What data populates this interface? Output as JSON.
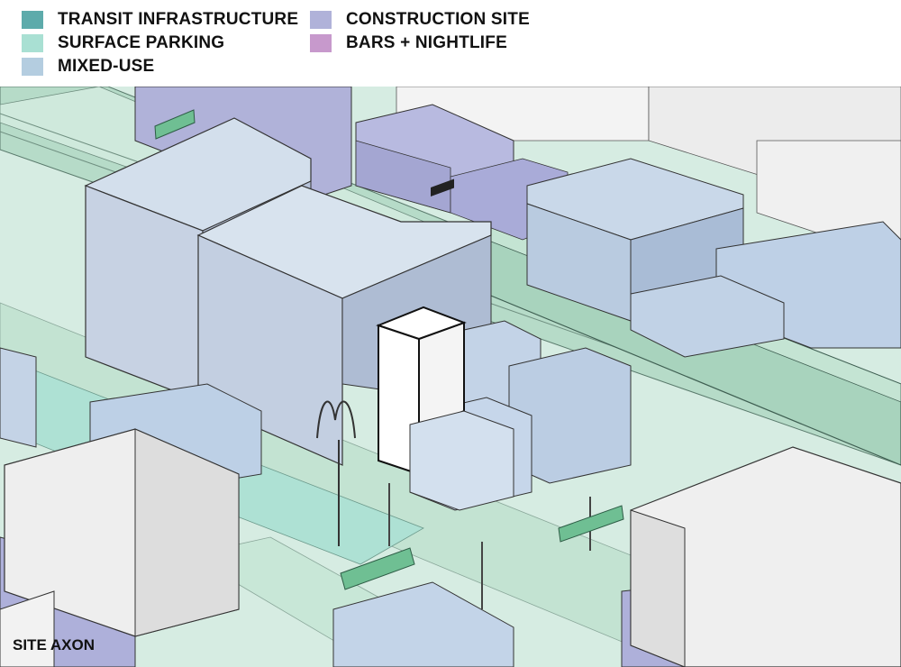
{
  "legend": [
    {
      "label": "TRANSIT INFRASTRUCTURE",
      "color": "#5dabab"
    },
    {
      "label": "SURFACE PARKING",
      "color": "#a9e0d3"
    },
    {
      "label": "MIXED-USE",
      "color": "#b4cde0"
    },
    {
      "label": "CONSTRUCTION SITE",
      "color": "#b0b2d9"
    },
    {
      "label": "BARS + NIGHTLIFE",
      "color": "#c799cc"
    }
  ],
  "diagram": {
    "title": "SITE AXON"
  },
  "colors": {
    "ground": "#c8e6d8",
    "street": "#bfe0cf",
    "parking": "#aee1d4",
    "mixed_use": "#bfd0e6",
    "construction": "#aeb0da",
    "white_bldg": "#f2f2f2",
    "highlight": "#ffffff",
    "bus": "#6fbf93",
    "rail": "#a9d4bd"
  }
}
